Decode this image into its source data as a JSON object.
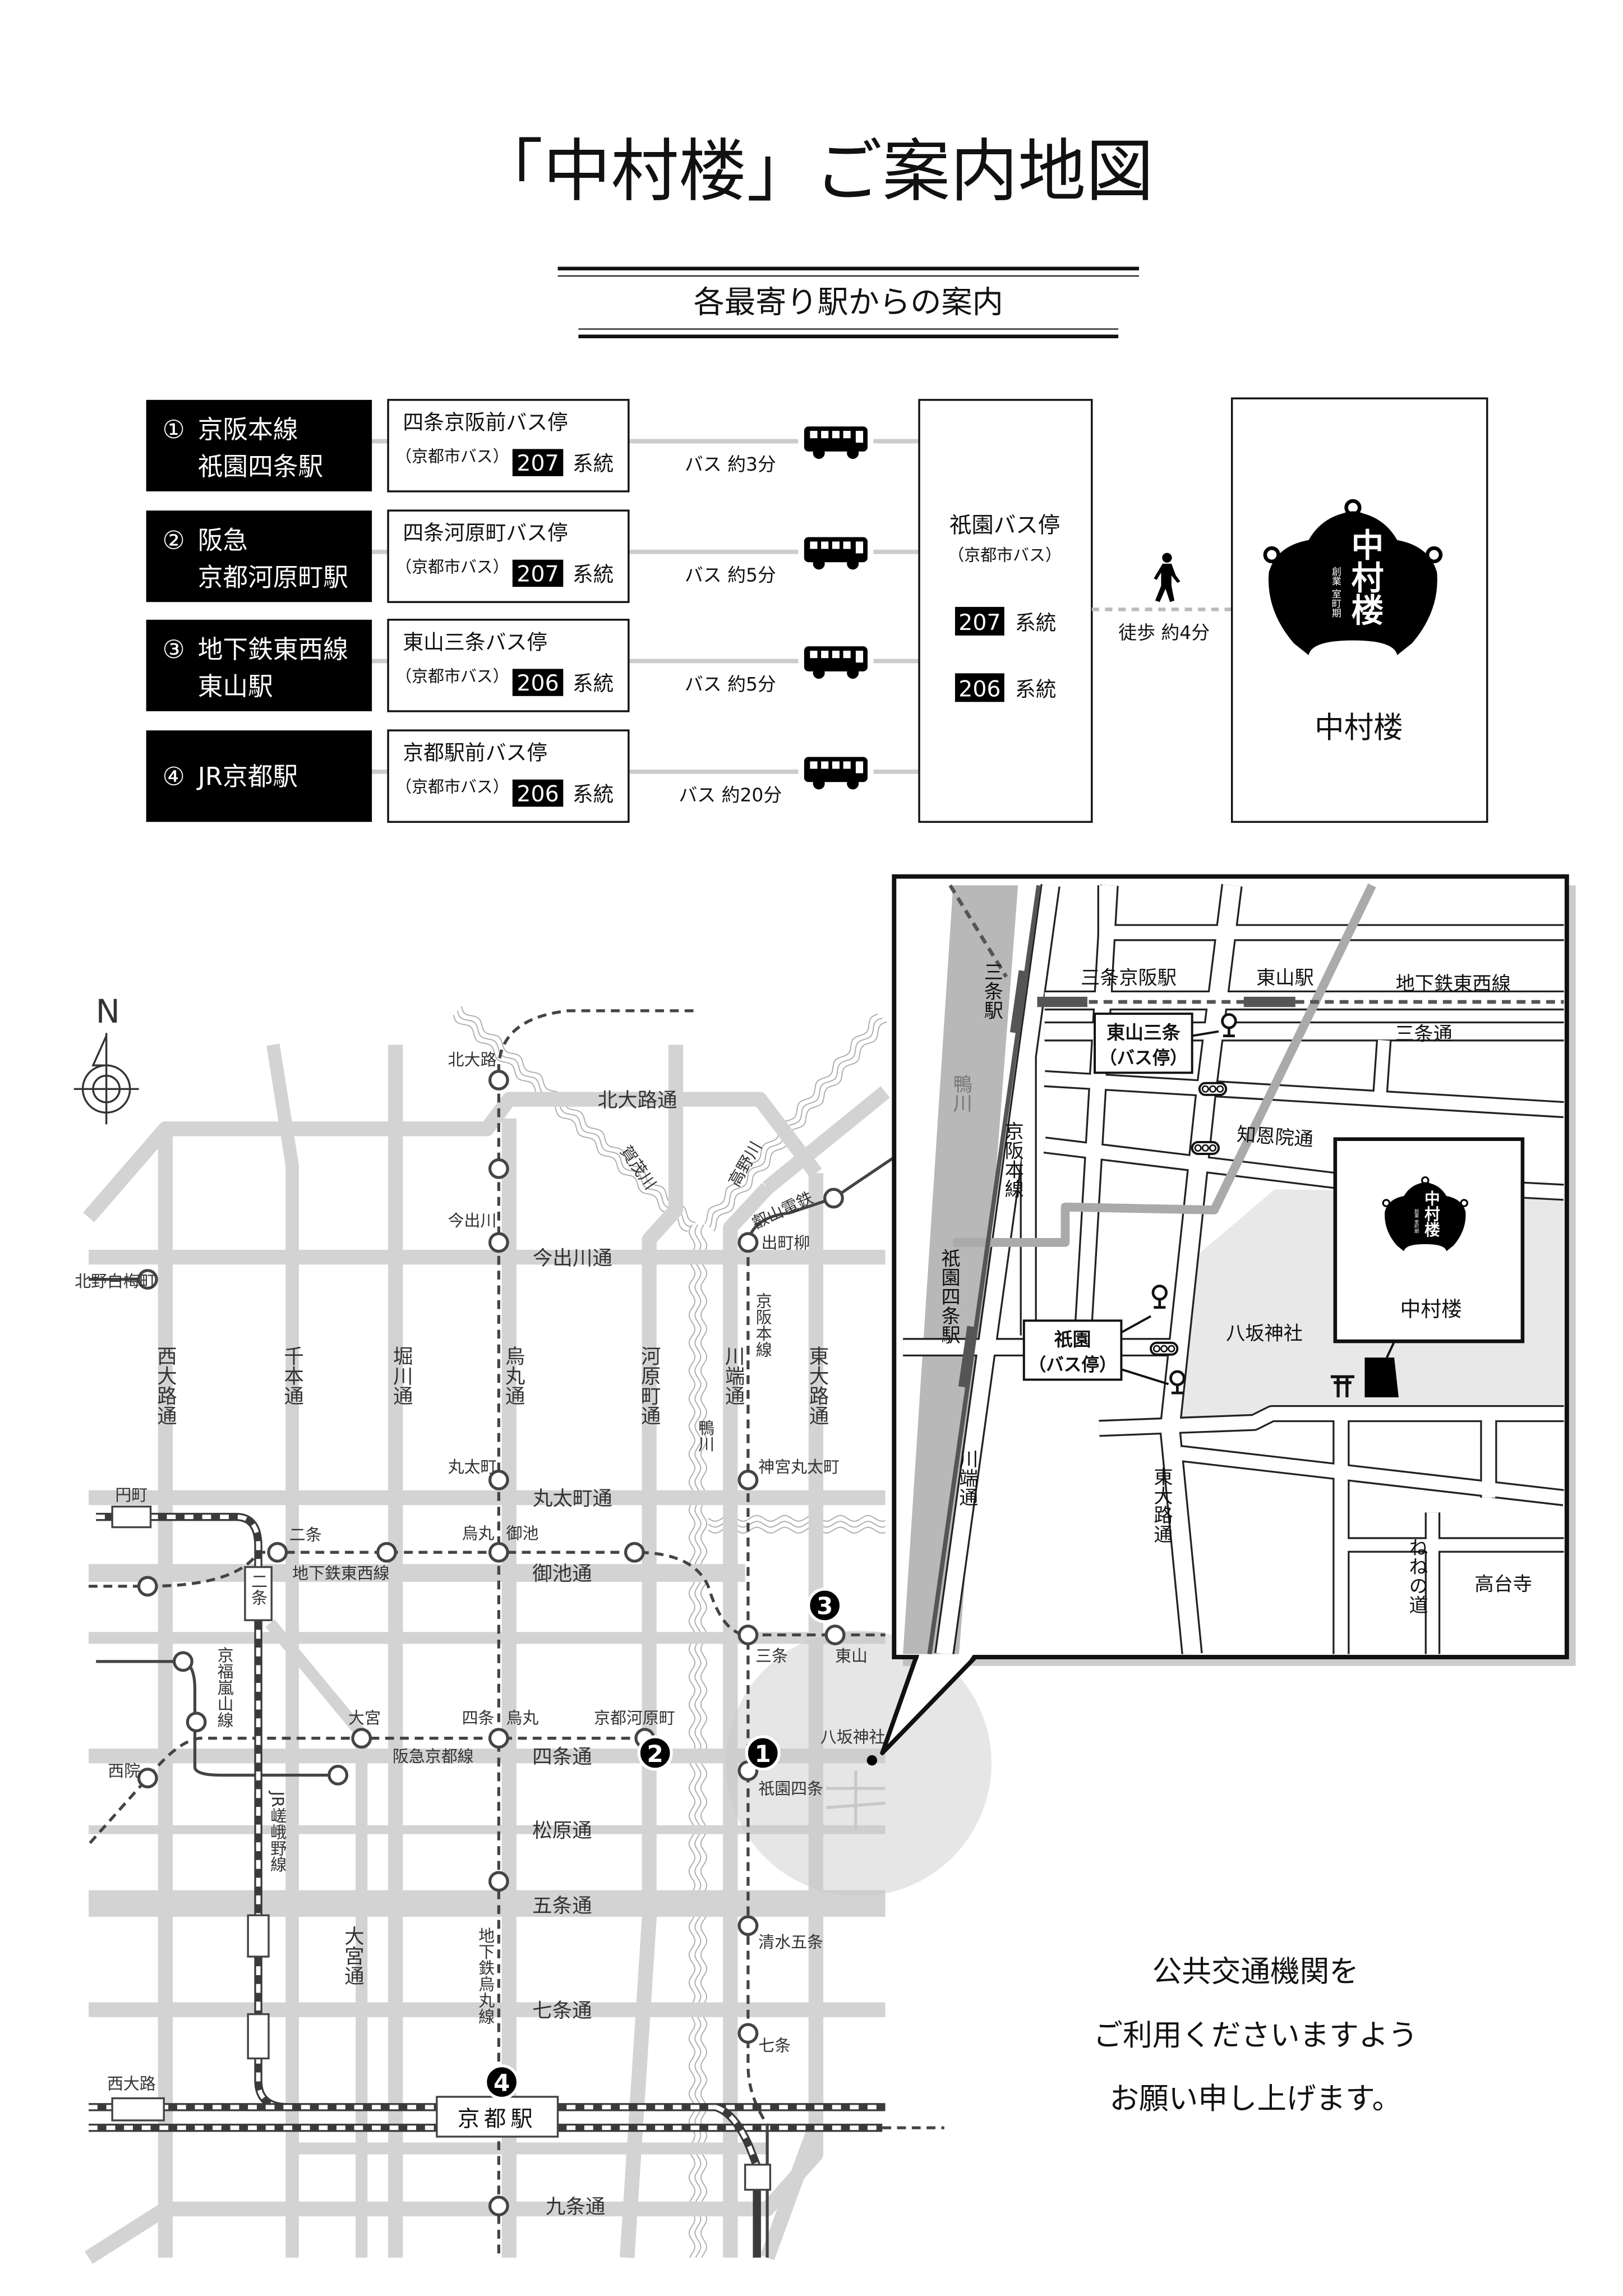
{
  "title": "「中村楼」ご案内地図",
  "subtitle": "各最寄り駅からの案内",
  "routes": [
    {
      "num": "①",
      "station_line1": "京阪本線",
      "station_line2": "祇園四条駅",
      "bus_stop": "四条京阪前バス停",
      "operator": "（京都市バス）",
      "route_no": "207",
      "route_suffix": "系統",
      "travel": "バス 約3分"
    },
    {
      "num": "②",
      "station_line1": "阪急",
      "station_line2": "京都河原町駅",
      "bus_stop": "四条河原町バス停",
      "operator": "（京都市バス）",
      "route_no": "207",
      "route_suffix": "系統",
      "travel": "バス 約5分"
    },
    {
      "num": "③",
      "station_line1": "地下鉄東西線",
      "station_line2": "東山駅",
      "bus_stop": "東山三条バス停",
      "operator": "（京都市バス）",
      "route_no": "206",
      "route_suffix": "系統",
      "travel": "バス 約5分"
    },
    {
      "num": "④",
      "station_line1": "JR京都駅",
      "station_line2": "",
      "bus_stop": "京都駅前バス停",
      "operator": "（京都市バス）",
      "route_no": "206",
      "route_suffix": "系統",
      "travel": "バス 約20分"
    }
  ],
  "transfer": {
    "bus_stop": "祇園バス停",
    "operator": "（京都市バス）",
    "routes": [
      {
        "route_no": "207",
        "suffix": "系統"
      },
      {
        "route_no": "206",
        "suffix": "系統"
      }
    ],
    "walk": "徒歩 約4分"
  },
  "destination": {
    "name": "中村楼",
    "logo_text": "中村楼",
    "logo_subtext": "創業 室町期"
  },
  "icons": {
    "bus": "bus-icon",
    "walk": "pedestrian-icon",
    "compass": "north-compass-icon",
    "bus_stop": "bus-stop-icon",
    "traffic_light": "traffic-light-icon",
    "torii": "torii-icon"
  },
  "colors": {
    "road": "#d3d3d3",
    "rail": "#444444",
    "river": "#b8b8b8",
    "label_box": "#000000"
  },
  "main_map": {
    "compass": "N",
    "streets": [
      "北大路通",
      "今出川通",
      "丸太町通",
      "御池通",
      "四条通",
      "松原通",
      "五条通",
      "七条通",
      "九条通",
      "西大路通",
      "千本通",
      "堀川通",
      "烏丸通",
      "河原町通",
      "川端通",
      "東大路通",
      "大宮通"
    ],
    "rivers": [
      "賀茂川",
      "高野川",
      "鴨川"
    ],
    "lines": [
      "地下鉄東西線",
      "京阪本線",
      "叡山電鉄",
      "阪急京都線",
      "京福嵐山線",
      "JR嵯峨野線",
      "地下鉄烏丸線"
    ],
    "stations": [
      "北大路",
      "今出川",
      "丸太町",
      "烏丸",
      "御池",
      "二条",
      "円町",
      "北野白梅町",
      "出町柳",
      "神宮丸太町",
      "三条",
      "東山",
      "大宮",
      "四条",
      "烏丸",
      "京都河原町",
      "西院",
      "祇園四条",
      "清水五条",
      "七条",
      "西大路",
      "京都駅",
      "二条"
    ],
    "landmark": "八坂神社",
    "markers": [
      "1",
      "2",
      "3",
      "4"
    ]
  },
  "inset_map": {
    "stations": [
      "三条京阪駅",
      "東山駅",
      "三条駅",
      "祇園四条駅"
    ],
    "lines": [
      "地下鉄東西線",
      "京阪本線"
    ],
    "river": "鴨川",
    "streets": [
      "三条通",
      "知恩院通",
      "川端通",
      "東大路通",
      "ねねの道"
    ],
    "bus_stops": [
      {
        "name": "東山三条",
        "sub": "（バス停）"
      },
      {
        "name": "祇園",
        "sub": "（バス停）"
      }
    ],
    "landmarks": [
      "八坂神社",
      "高台寺"
    ],
    "destination": "中村楼"
  },
  "closing": [
    "公共交通機関を",
    "ご利用くださいますよう",
    "お願い申し上げます。"
  ]
}
